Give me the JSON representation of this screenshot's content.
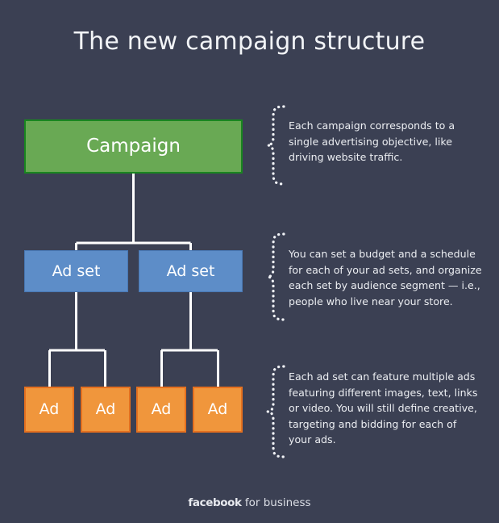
{
  "page": {
    "title": "The new campaign structure",
    "background_color": "#3b4053"
  },
  "diagram": {
    "type": "hierarchy-tree",
    "levels": [
      {
        "level_name": "campaign",
        "fill_color": "#69a954",
        "border_color": "#19861f",
        "nodes": [
          {
            "label": "Campaign"
          }
        ]
      },
      {
        "level_name": "ad-set",
        "fill_color": "#5d8dc8",
        "border_color": "#4878b4",
        "nodes": [
          {
            "label": "Ad set"
          },
          {
            "label": "Ad set"
          }
        ]
      },
      {
        "level_name": "ad",
        "fill_color": "#f0963c",
        "border_color": "#e4701f",
        "nodes": [
          {
            "label": "Ad"
          },
          {
            "label": "Ad"
          },
          {
            "label": "Ad"
          },
          {
            "label": "Ad"
          }
        ]
      }
    ],
    "connector_color": "#ffffff"
  },
  "annotations": [
    {
      "id": "campaign-note",
      "text": "Each campaign corresponds to a single advertising objective, like driving website traffic.",
      "bracket_style": "dotted-curly-left"
    },
    {
      "id": "ad-set-note",
      "text": "You can set a budget and a schedule for each of your ad sets, and organize each set by audience segment — i.e., people who live near your store.",
      "bracket_style": "dotted-curly-left"
    },
    {
      "id": "ad-note",
      "text": "Each ad set can feature multiple ads featuring different images, text, links or video. You will still define creative, targeting and bidding for each of your ads.",
      "bracket_style": "dotted-curly-left"
    }
  ],
  "footer": {
    "brand": "facebook",
    "tagline": "for business"
  }
}
